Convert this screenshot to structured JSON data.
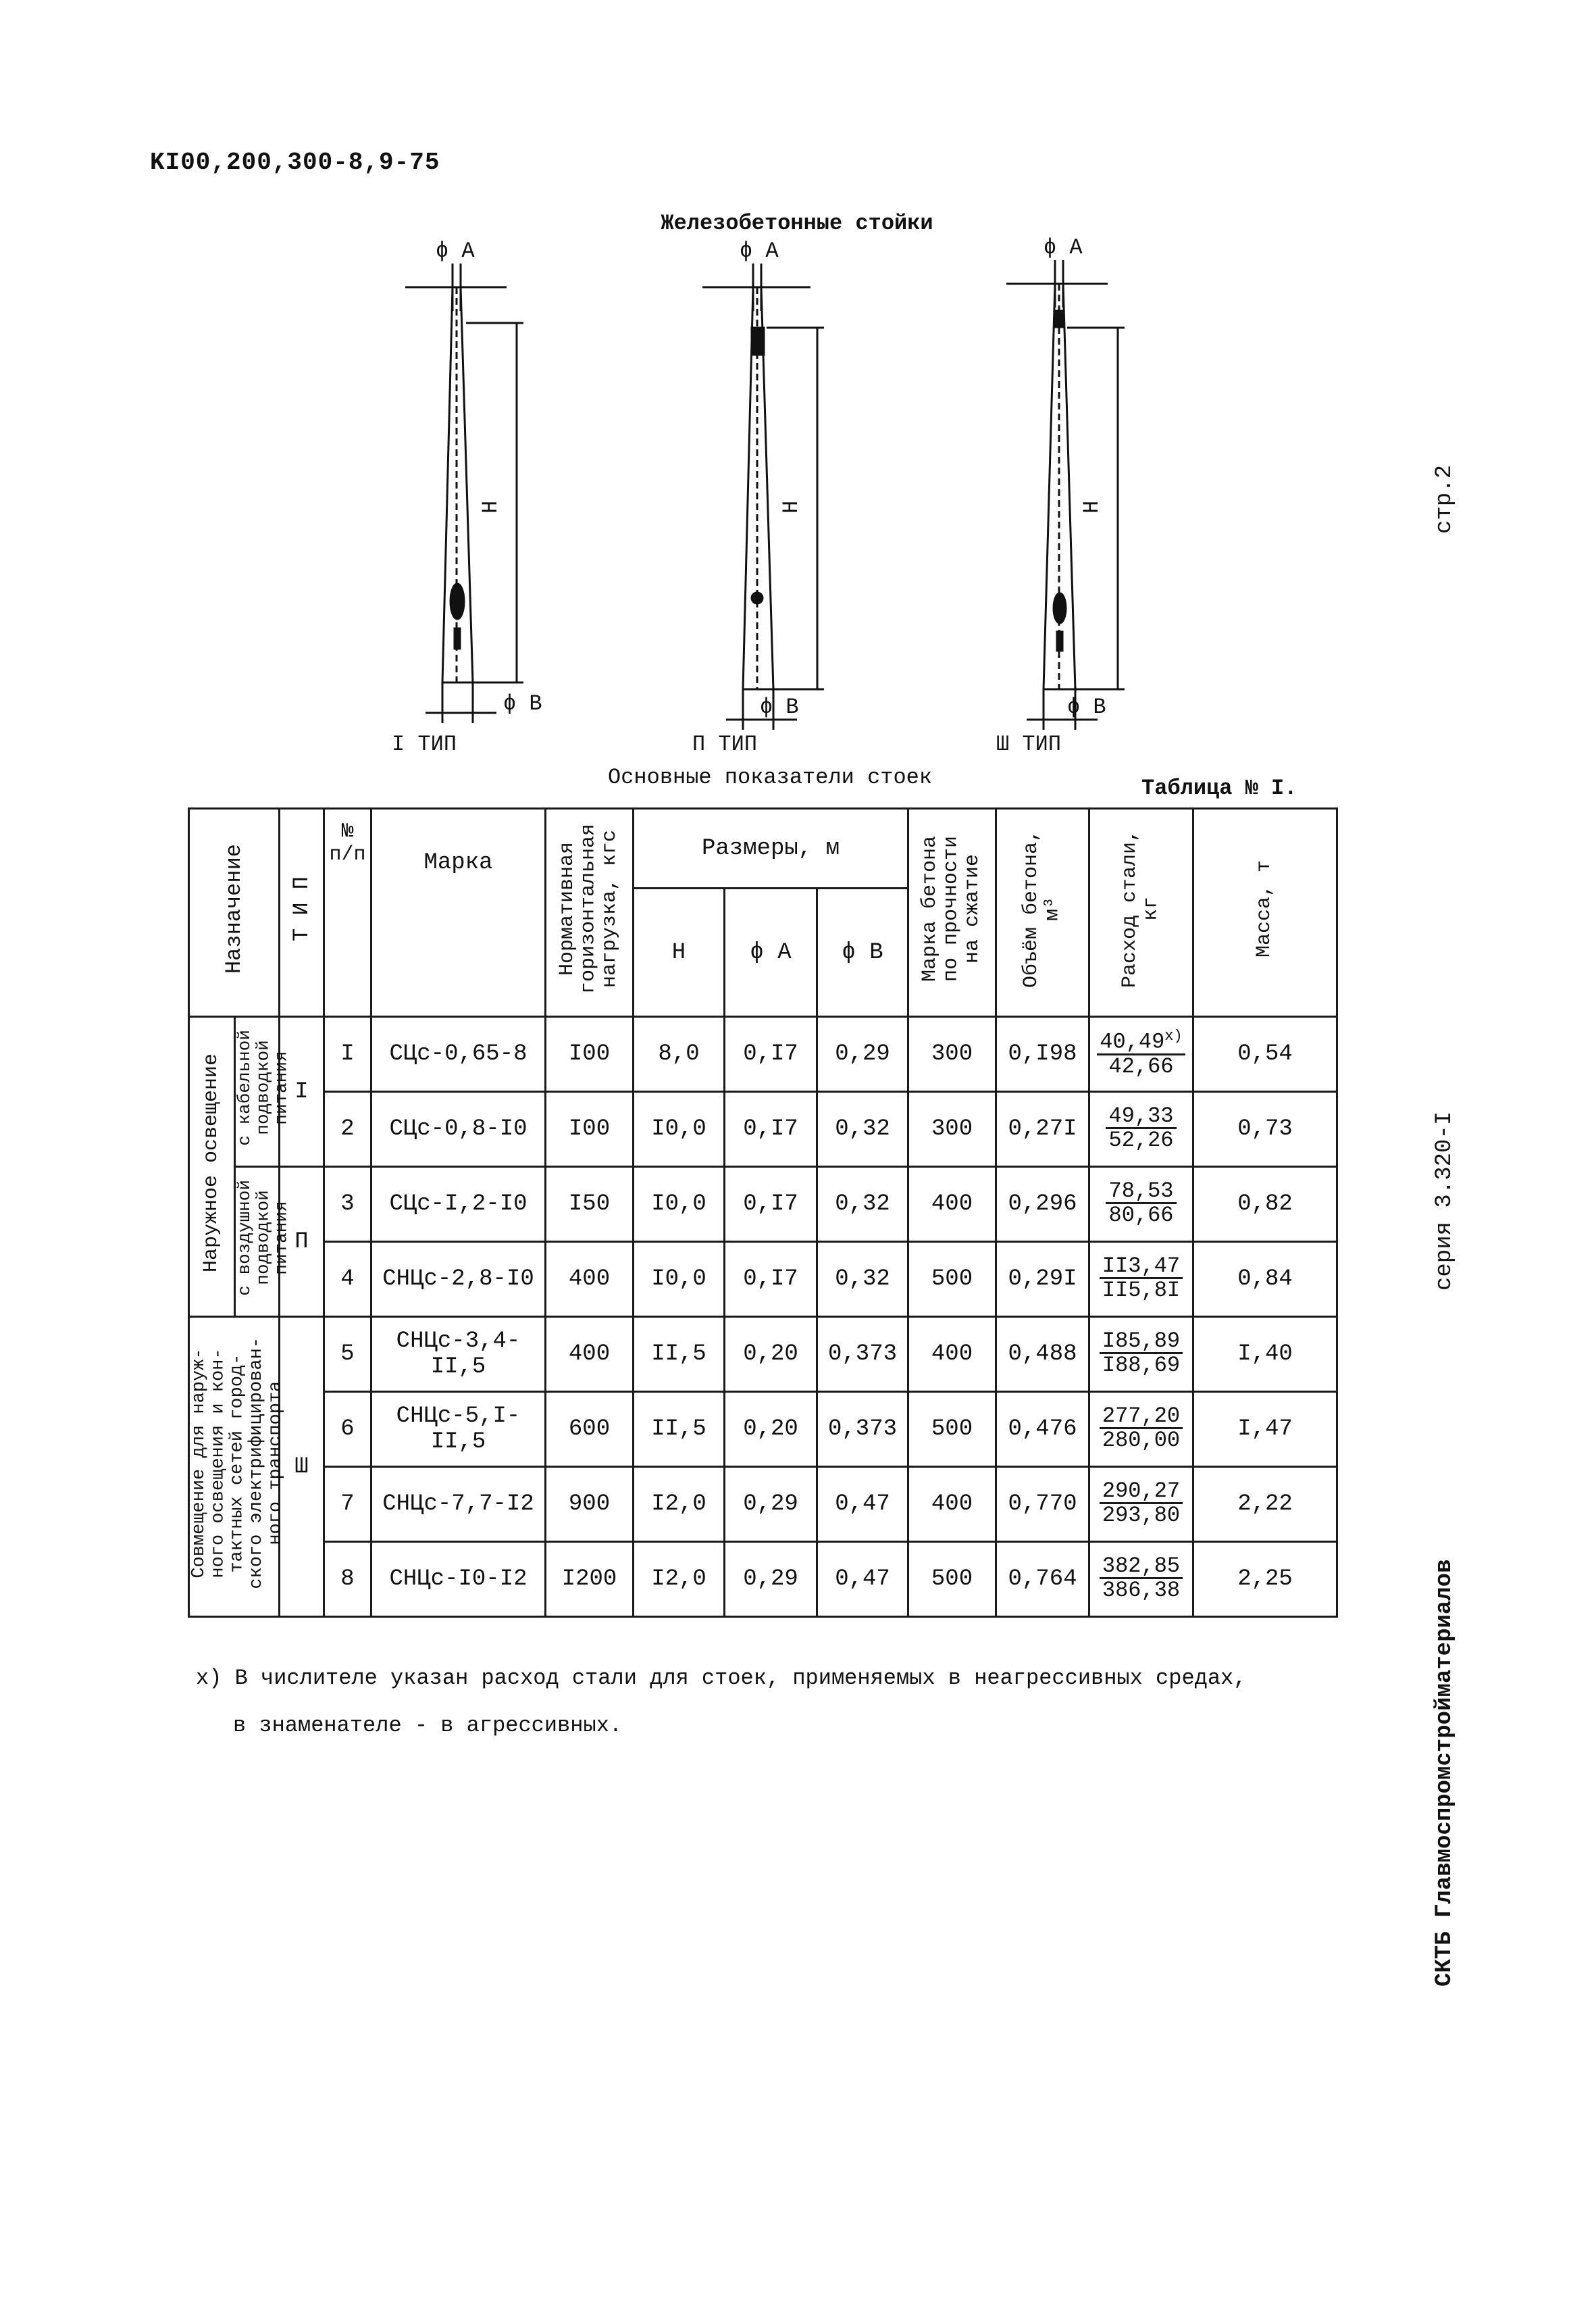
{
  "header": {
    "code": "KI00,200,300-8,9-75",
    "title": "Железобетонные стойки",
    "page": "стр.2",
    "series": "серия 3.320-I",
    "organization": "СКТБ Главмоспромстройматериалов"
  },
  "drawing": {
    "label_a": "ϕ A",
    "label_b": "ϕ B",
    "label_h": "H",
    "types": [
      "I  ТИП",
      "П  ТИП",
      "Ш  ТИП"
    ]
  },
  "table": {
    "caption": "Основные показатели стоек",
    "number": "Таблица № I.",
    "headers": {
      "purpose": "Назначение",
      "type": "Т И П",
      "num": "№\nп/п",
      "mark": "Марка",
      "load": "Нормативная\nгоризонтальная\nнагрузка, кгс",
      "sizes": "Размеры, м",
      "h": "Н",
      "a": "ϕ А",
      "b": "ϕ В",
      "concrete_mark": "Марка бетона\nпо прочности\nна сжатие",
      "volume": "Объём бетона,\nм³",
      "steel": "Расход стали,\nкг",
      "mass": "Масса, т"
    },
    "groups": {
      "outdoor": "Наружное освещение",
      "cable": "с кабельной\nподводкой\nпитания",
      "air": "с воздушной\nподводкой\nпитания",
      "combined": "Совмещение для наруж-\nного освещения и кон-\nтактных сетей город-\nского электрифицирован-\nного транспорта"
    },
    "type_labels": [
      "I",
      "П",
      "Ш"
    ],
    "rows": [
      {
        "n": "I",
        "mark": "СЦс-0,65-8",
        "load": "I00",
        "h": "8,0",
        "a": "0,I7",
        "b": "0,29",
        "cm": "300",
        "vol": "0,I98",
        "steel_num": "40,49",
        "steel_den": "42,66",
        "mass": "0,54"
      },
      {
        "n": "2",
        "mark": "СЦс-0,8-I0",
        "load": "I00",
        "h": "I0,0",
        "a": "0,I7",
        "b": "0,32",
        "cm": "300",
        "vol": "0,27I",
        "steel_num": "49,33",
        "steel_den": "52,26",
        "mass": "0,73"
      },
      {
        "n": "3",
        "mark": "СЦс-I,2-I0",
        "load": "I50",
        "h": "I0,0",
        "a": "0,I7",
        "b": "0,32",
        "cm": "400",
        "vol": "0,296",
        "steel_num": "78,53",
        "steel_den": "80,66",
        "mass": "0,82"
      },
      {
        "n": "4",
        "mark": "СНЦс-2,8-I0",
        "load": "400",
        "h": "I0,0",
        "a": "0,I7",
        "b": "0,32",
        "cm": "500",
        "vol": "0,29I",
        "steel_num": "II3,47",
        "steel_den": "II5,8I",
        "mass": "0,84"
      },
      {
        "n": "5",
        "mark": "СНЦс-3,4-II,5",
        "load": "400",
        "h": "II,5",
        "a": "0,20",
        "b": "0,373",
        "cm": "400",
        "vol": "0,488",
        "steel_num": "I85,89",
        "steel_den": "I88,69",
        "mass": "I,40"
      },
      {
        "n": "6",
        "mark": "СНЦс-5,I-II,5",
        "load": "600",
        "h": "II,5",
        "a": "0,20",
        "b": "0,373",
        "cm": "500",
        "vol": "0,476",
        "steel_num": "277,20",
        "steel_den": "280,00",
        "mass": "I,47"
      },
      {
        "n": "7",
        "mark": "СНЦс-7,7-I2",
        "load": "900",
        "h": "I2,0",
        "a": "0,29",
        "b": "0,47",
        "cm": "400",
        "vol": "0,770",
        "steel_num": "290,27",
        "steel_den": "293,80",
        "mass": "2,22"
      },
      {
        "n": "8",
        "mark": "СНЦс-I0-I2",
        "load": "I200",
        "h": "I2,0",
        "a": "0,29",
        "b": "0,47",
        "cm": "500",
        "vol": "0,764",
        "steel_num": "382,85",
        "steel_den": "386,38",
        "mass": "2,25"
      }
    ],
    "footnote_mark": "x)"
  },
  "footnote": {
    "line1": "x) В числителе указан расход стали для стоек, применяемых  в неагрессивных средах,",
    "line2": "в знаменателе - в агрессивных."
  }
}
